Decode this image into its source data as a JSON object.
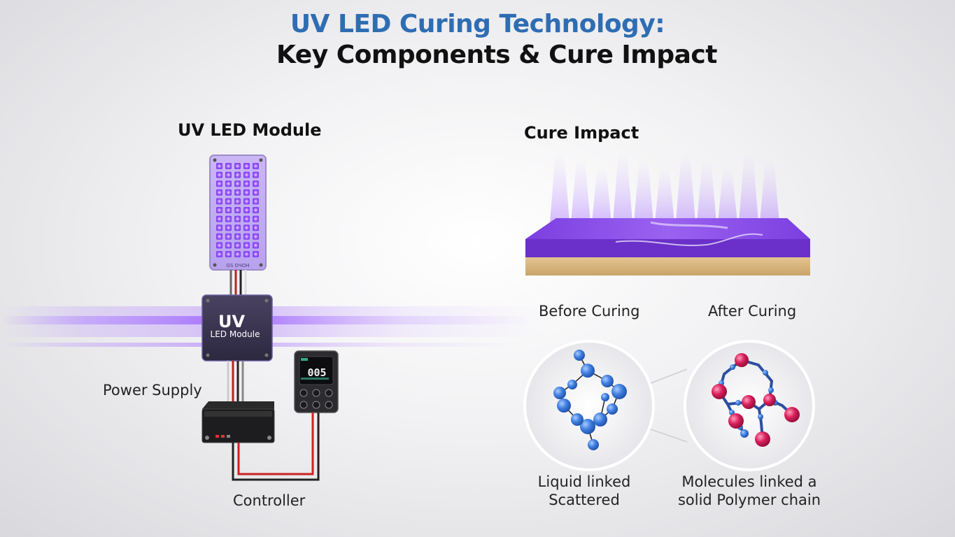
{
  "title": {
    "line1": "UV LED Curing Technology:",
    "line2": "Key Components & Cure Impact"
  },
  "left": {
    "heading": "UV LED Module",
    "panel_label": "GS ОЧОН",
    "box_title": "UV",
    "box_subtitle": "LED Module",
    "power_supply_label": "Power Supply",
    "controller_label": "Controller",
    "controller_display": "005"
  },
  "right": {
    "heading": "Cure Impact",
    "before_label": "Before Curing",
    "after_label": "After Curing",
    "before_caption_1": "Liquid linked",
    "before_caption_2": "Scattered",
    "after_caption_1": "Molecules linked a",
    "after_caption_2": "solid Polymer chain"
  },
  "colors": {
    "uv_purple": "#8a4cff",
    "title_blue": "#2f6db3",
    "molecule_blue": "#3f7fe0",
    "molecule_red": "#d81e5b"
  }
}
